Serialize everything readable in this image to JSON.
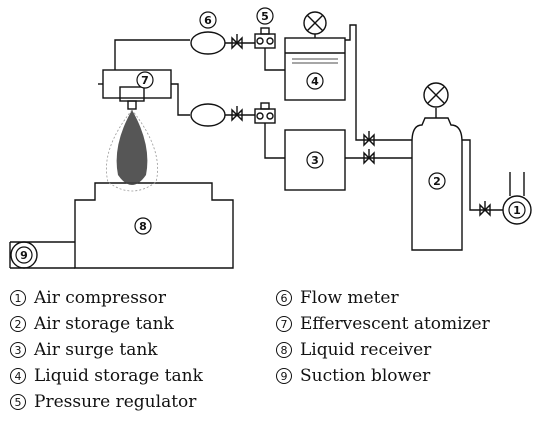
{
  "diagram": {
    "markers": [
      "1",
      "2",
      "3",
      "4",
      "5",
      "6",
      "7",
      "8",
      "9"
    ]
  },
  "legend": {
    "left": [
      {
        "num": "1",
        "label": "Air compressor"
      },
      {
        "num": "2",
        "label": "Air storage tank"
      },
      {
        "num": "3",
        "label": "Air surge tank"
      },
      {
        "num": "4",
        "label": "Liquid storage tank"
      },
      {
        "num": "5",
        "label": "Pressure regulator"
      }
    ],
    "right": [
      {
        "num": "6",
        "label": "Flow meter"
      },
      {
        "num": "7",
        "label": "Effervescent atomizer"
      },
      {
        "num": "8",
        "label": "Liquid receiver"
      },
      {
        "num": "9",
        "label": "Suction blower"
      }
    ]
  }
}
